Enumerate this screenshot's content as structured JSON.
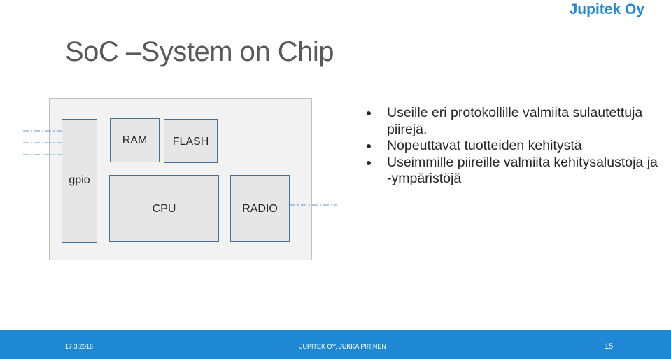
{
  "brand": "Jupitek Oy",
  "title": "SoC –System on Chip",
  "diagram": {
    "gpio": "gpio",
    "ram": "RAM",
    "flash": "FLASH",
    "cpu": "CPU",
    "radio": "RADIO"
  },
  "bullets": [
    "Useille eri protokollille valmiita sulautettuja piirejä.",
    "Nopeuttavat tuotteiden kehitystä",
    "Useimmille piireille valmiita kehitysalustoja ja -ympäristöjä"
  ],
  "footer": {
    "date": "17.3.2016",
    "author": "JUPITEK OY, JUKKA PIRINEN",
    "page": "15"
  },
  "colors": {
    "accent": "#1e88d4",
    "block_border": "#41719c",
    "block_fill": "#e6e6e6",
    "chip_fill": "#f2f2f2"
  }
}
